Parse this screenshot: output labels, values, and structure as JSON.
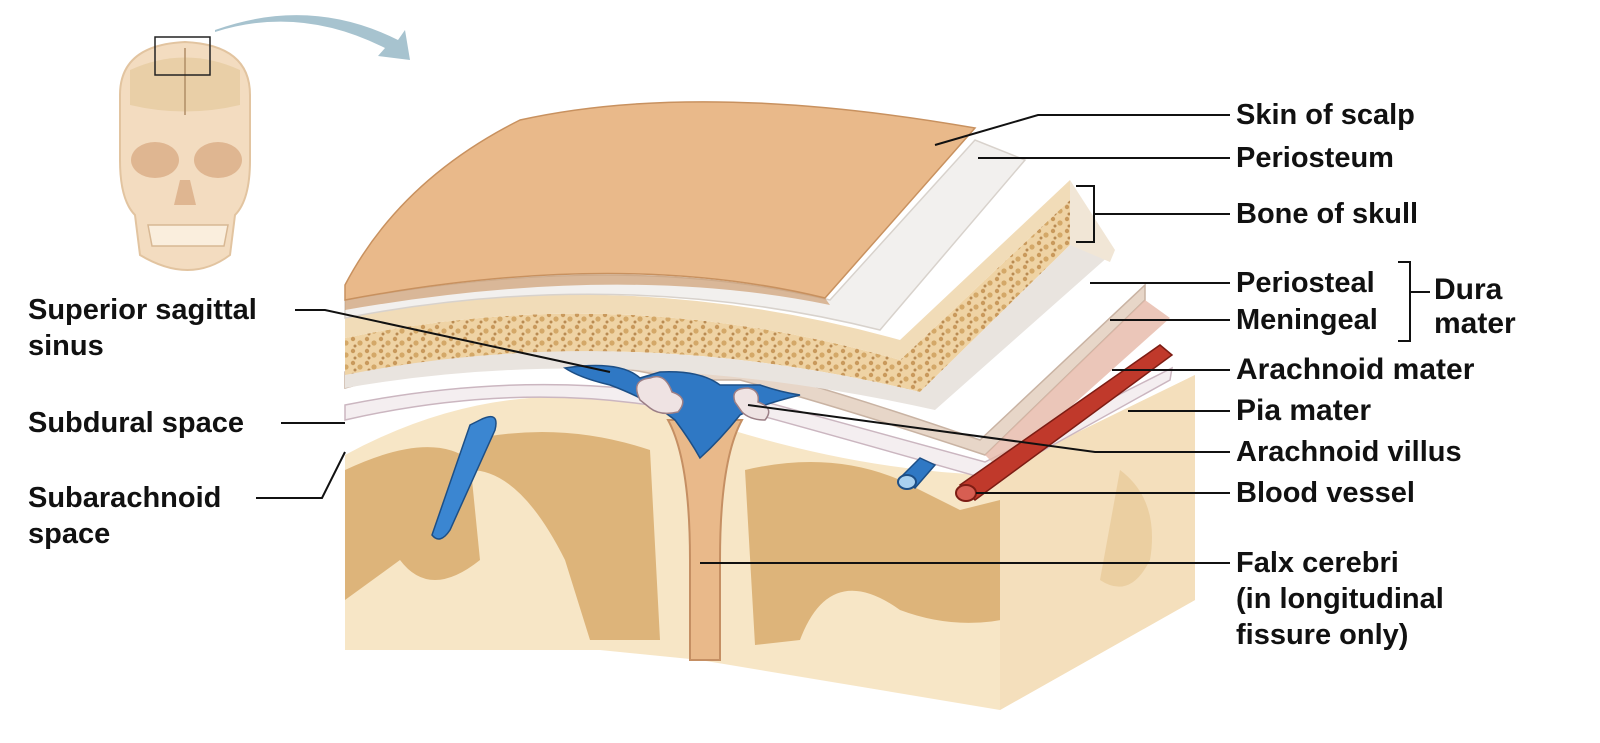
{
  "labels": {
    "skin_of_scalp": "Skin of scalp",
    "periosteum": "Periosteum",
    "bone_of_skull": "Bone of skull",
    "periosteal": "Periosteal",
    "meningeal": "Meningeal",
    "dura_mater": "Dura\nmater",
    "arachnoid_mater": "Arachnoid mater",
    "pia_mater": "Pia mater",
    "arachnoid_villus": "Arachnoid villus",
    "blood_vessel": "Blood vessel",
    "falx_cerebri": "Falx cerebri\n(in longitudinal\nfissure only)",
    "superior_sagittal_sinus": "Superior sagittal\nsinus",
    "subdural_space": "Subdural space",
    "subarachnoid_space": "Subarachnoid\nspace"
  },
  "colors": {
    "scalp": "#e9b98a",
    "periosteum": "#f2f0ee",
    "bone": "#f1dcb8",
    "dura": "#e7d6c8",
    "sinus": "#2f78c4",
    "gray_matter": "#ddb47a",
    "white_matter": "#f7e6c6",
    "blood_vessel": "#c0392b",
    "arrow": "#a7c3cf",
    "leader_line": "#111111"
  }
}
